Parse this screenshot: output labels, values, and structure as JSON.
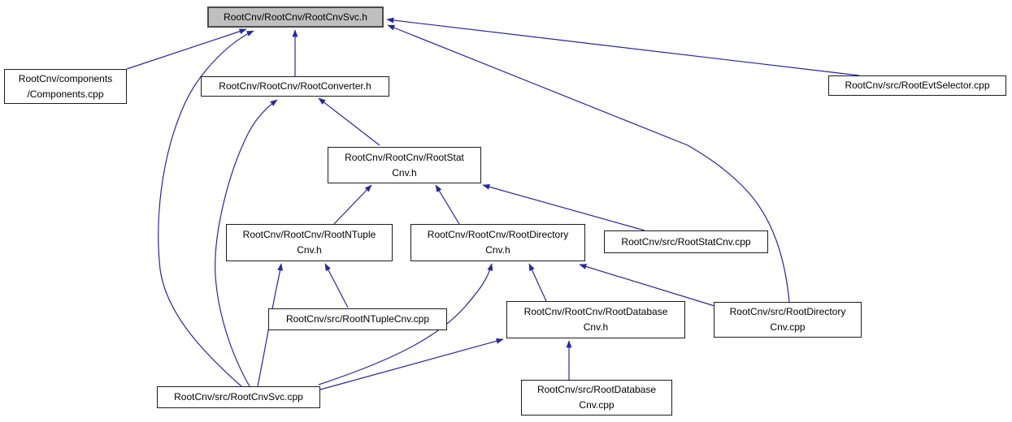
{
  "diagram": {
    "kind": "included-by dependency graph",
    "colors": {
      "background": "#ffffff",
      "edge": "#27279d",
      "node_fill": "#ffffff",
      "node_border": "#1c1c1c",
      "highlight_node_fill": "#bfbfbf",
      "text": "#000000"
    },
    "nodes": {
      "root_cnv_svc_h": {
        "label": "RootCnv/RootCnv/RootCnvSvc.h",
        "highlighted": true
      },
      "components_cpp": {
        "label": "RootCnv/components\n/Components.cpp"
      },
      "root_converter_h": {
        "label": "RootCnv/RootCnv/RootConverter.h"
      },
      "root_evt_selector_cpp": {
        "label": "RootCnv/src/RootEvtSelector.cpp"
      },
      "root_stat_cnv_h": {
        "label": "RootCnv/RootCnv/RootStat\nCnv.h"
      },
      "root_ntuple_cnv_h": {
        "label": "RootCnv/RootCnv/RootNTuple\nCnv.h"
      },
      "root_directory_cnv_h": {
        "label": "RootCnv/RootCnv/RootDirectory\nCnv.h"
      },
      "root_stat_cnv_cpp": {
        "label": "RootCnv/src/RootStatCnv.cpp"
      },
      "root_ntuple_cnv_cpp": {
        "label": "RootCnv/src/RootNTupleCnv.cpp"
      },
      "root_database_cnv_h": {
        "label": "RootCnv/RootCnv/RootDatabase\nCnv.h"
      },
      "root_directory_cnv_cpp": {
        "label": "RootCnv/src/RootDirectory\nCnv.cpp"
      },
      "root_cnv_svc_cpp": {
        "label": "RootCnv/src/RootCnvSvc.cpp"
      },
      "root_database_cnv_cpp": {
        "label": "RootCnv/src/RootDatabase\nCnv.cpp"
      }
    },
    "edges": [
      {
        "from": "components_cpp",
        "to": "root_cnv_svc_h"
      },
      {
        "from": "root_cnv_svc_cpp",
        "to": "root_cnv_svc_h"
      },
      {
        "from": "root_converter_h",
        "to": "root_cnv_svc_h"
      },
      {
        "from": "root_evt_selector_cpp",
        "to": "root_cnv_svc_h"
      },
      {
        "from": "root_directory_cnv_cpp",
        "to": "root_cnv_svc_h"
      },
      {
        "from": "root_cnv_svc_cpp",
        "to": "root_converter_h"
      },
      {
        "from": "root_stat_cnv_h",
        "to": "root_converter_h"
      },
      {
        "from": "root_ntuple_cnv_h",
        "to": "root_stat_cnv_h"
      },
      {
        "from": "root_directory_cnv_h",
        "to": "root_stat_cnv_h"
      },
      {
        "from": "root_stat_cnv_cpp",
        "to": "root_stat_cnv_h"
      },
      {
        "from": "root_cnv_svc_cpp",
        "to": "root_ntuple_cnv_h"
      },
      {
        "from": "root_ntuple_cnv_cpp",
        "to": "root_ntuple_cnv_h"
      },
      {
        "from": "root_cnv_svc_cpp",
        "to": "root_directory_cnv_h"
      },
      {
        "from": "root_database_cnv_h",
        "to": "root_directory_cnv_h"
      },
      {
        "from": "root_directory_cnv_cpp",
        "to": "root_directory_cnv_h"
      },
      {
        "from": "root_cnv_svc_cpp",
        "to": "root_database_cnv_h"
      },
      {
        "from": "root_database_cnv_cpp",
        "to": "root_database_cnv_h"
      }
    ]
  }
}
